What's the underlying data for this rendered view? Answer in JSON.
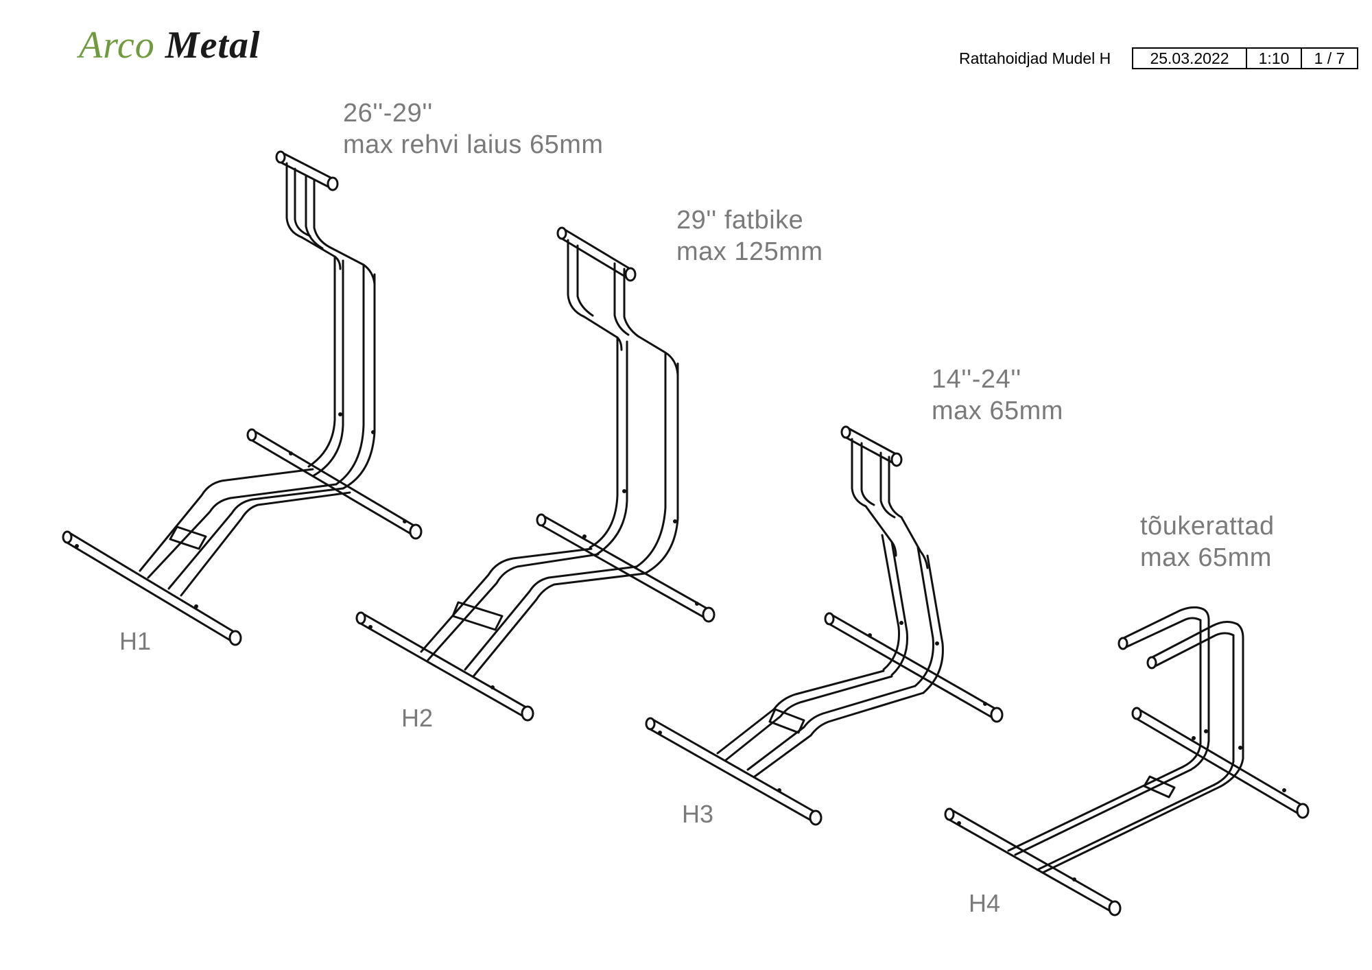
{
  "header": {
    "logo": {
      "word1": "Arco",
      "word2": "Metal",
      "color_word1": "#6f9a3e",
      "color_word2": "#1a1a1a"
    },
    "title_block": {
      "title": "Rattahoidjad Mudel H",
      "date": "25.03.2022",
      "scale": "1:10",
      "page": "1 / 7"
    }
  },
  "models": [
    {
      "label": "H1",
      "note_line1": "26''-29''",
      "note_line2": "max rehvi laius 65mm"
    },
    {
      "label": "H2",
      "note_line1": "29'' fatbike",
      "note_line2": "max 125mm"
    },
    {
      "label": "H3",
      "note_line1": "14''-24''",
      "note_line2": "max 65mm"
    },
    {
      "label": "H4",
      "note_line1": "tõukerattad",
      "note_line2": "max 65mm"
    }
  ],
  "colors": {
    "line": "#111111",
    "annotation": "#7a7a7a",
    "background": "#ffffff"
  }
}
